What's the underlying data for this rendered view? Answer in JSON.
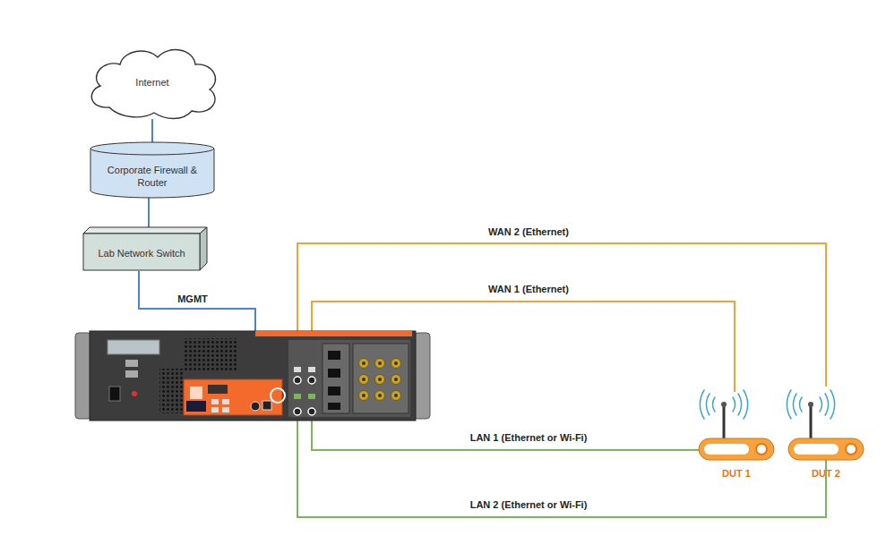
{
  "diagram": {
    "nodes": [
      {
        "text": [
          "Internet"
        ]
      },
      {
        "text": [
          "Corporate Firewall & Router"
        ]
      },
      {
        "text": [
          "Lab Network Switch"
        ]
      },
      {
        "text": [
          "DUT 1"
        ]
      },
      {
        "text": [
          "DUT 2"
        ]
      }
    ],
    "edges": [
      {
        "from": 0,
        "to": 1,
        "arrow": "none"
      },
      {
        "from": 1,
        "to": 2,
        "arrow": "none"
      }
    ],
    "labels": [
      "WAN 2 (Ethernet)",
      "WAN 1 (Ethernet)",
      "MGMT",
      "LAN 1 (Ethernet or Wi-Fi)",
      "LAN 2 (Ethernet or Wi-Fi)"
    ]
  }
}
